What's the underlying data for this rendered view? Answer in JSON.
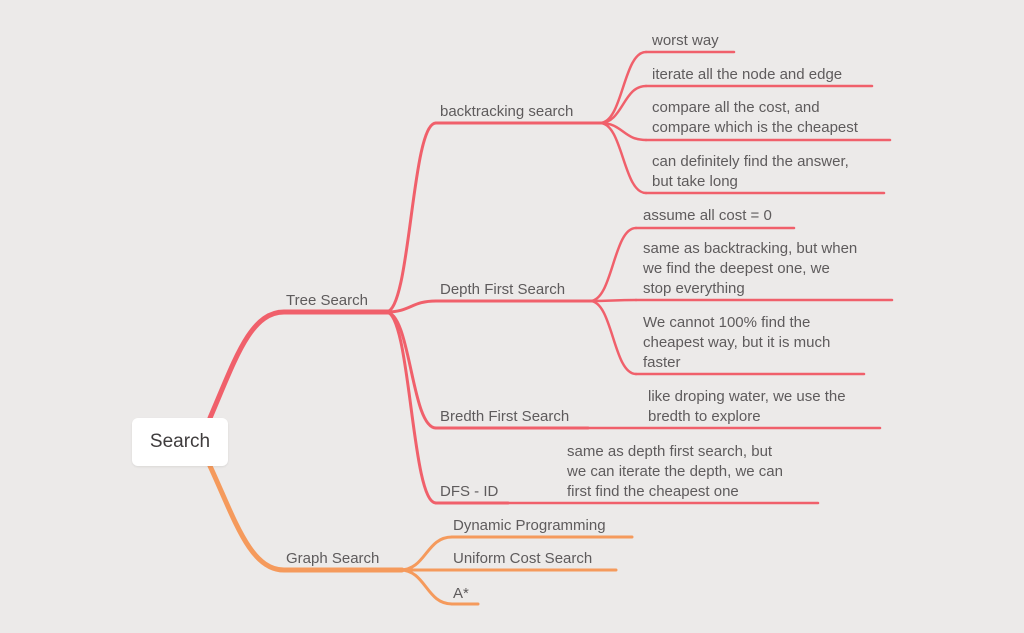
{
  "mindmap": {
    "root": {
      "label": "Search"
    },
    "branches": [
      {
        "label": "Tree Search",
        "color": "#f0606b",
        "children": [
          {
            "label": "backtracking search",
            "notes": [
              [
                "worst way"
              ],
              [
                "iterate all the node and edge"
              ],
              [
                "compare all the cost, and",
                "compare which is the cheapest"
              ],
              [
                "can definitely find the answer,",
                "but take long"
              ]
            ]
          },
          {
            "label": "Depth First Search",
            "notes": [
              [
                "assume all cost = 0"
              ],
              [
                "same as backtracking, but when",
                "we find the deepest one, we",
                "stop everything"
              ],
              [
                "We cannot 100% find the",
                "cheapest way, but it is much",
                "faster"
              ]
            ]
          },
          {
            "label": "Bredth First Search",
            "notes": [
              [
                "like droping water, we use the",
                "bredth to explore"
              ]
            ]
          },
          {
            "label": "DFS - ID",
            "notes": [
              [
                "same as depth first search, but",
                "we can iterate the depth, we can",
                "first find the cheapest one"
              ]
            ]
          }
        ]
      },
      {
        "label": "Graph Search",
        "color": "#f59a5c",
        "children": [
          {
            "label": "Dynamic Programming"
          },
          {
            "label": "Uniform Cost Search"
          },
          {
            "label": "A*"
          }
        ]
      }
    ]
  }
}
